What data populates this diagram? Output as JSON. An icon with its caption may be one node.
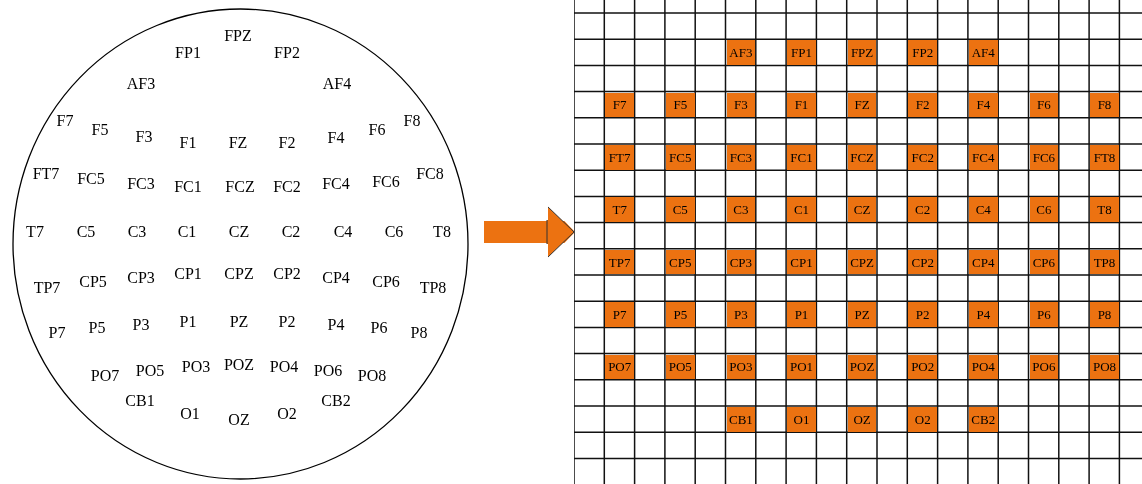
{
  "diagram": {
    "nodes": [
      {
        "text": [
          "FPZ",
          "FP1",
          "FP2",
          "AF3",
          "AF4",
          "F7",
          "F5",
          "F3",
          "F1",
          "FZ",
          "F2",
          "F4",
          "F6",
          "F8",
          "FT7",
          "FC5",
          "FC3",
          "FC1",
          "FCZ",
          "FC2",
          "FC4",
          "FC6",
          "FC8",
          "T7",
          "C5",
          "C3",
          "C1",
          "CZ",
          "C2",
          "C4",
          "C6",
          "T8",
          "TP7",
          "CP5",
          "CP3",
          "CP1",
          "CPZ",
          "CP2",
          "CP4",
          "CP6",
          "TP8",
          "P7",
          "P5",
          "P3",
          "P1",
          "PZ",
          "P2",
          "P4",
          "P6",
          "P8",
          "PO7",
          "PO5",
          "PO3",
          "POZ",
          "PO4",
          "PO6",
          "PO8",
          "CB1",
          "CB2",
          "O1",
          "OZ",
          "O2"
        ]
      },
      {
        "text": [
          "AF3",
          "FP1",
          "FPZ",
          "FP2",
          "AF4",
          "F7",
          "F5",
          "F3",
          "F1",
          "FZ",
          "F2",
          "F4",
          "F6",
          "F8",
          "FT7",
          "FC5",
          "FC3",
          "FC1",
          "FCZ",
          "FC2",
          "FC4",
          "FC6",
          "FT8",
          "T7",
          "C5",
          "C3",
          "C1",
          "CZ",
          "C2",
          "C4",
          "C6",
          "T8",
          "TP7",
          "CP5",
          "CP3",
          "CP1",
          "CPZ",
          "CP2",
          "CP4",
          "CP6",
          "TP8",
          "P7",
          "P5",
          "P3",
          "P1",
          "PZ",
          "P2",
          "P4",
          "P6",
          "P8",
          "PO7",
          "PO5",
          "PO3",
          "PO1",
          "POZ",
          "PO2",
          "PO4",
          "PO6",
          "PO8",
          "CB1",
          "O1",
          "OZ",
          "O2",
          "CB2"
        ]
      }
    ],
    "edges": [
      {
        "from": 0,
        "to": 1,
        "arrow": "to",
        "color": "#ec7211"
      }
    ]
  }
}
